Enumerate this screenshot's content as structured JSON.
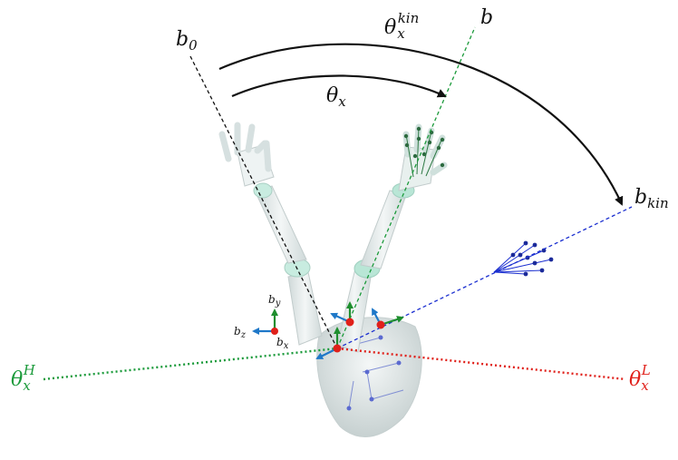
{
  "labels": {
    "b0": {
      "base": "b",
      "sub": "0"
    },
    "b": {
      "base": "b"
    },
    "bkin": {
      "base": "b",
      "sub": "kin"
    },
    "theta_x": {
      "base": "θ",
      "sub": "x"
    },
    "theta_x_kin": {
      "base": "θ",
      "sub": "x",
      "sup": "kin"
    },
    "theta_x_H": {
      "base": "θ",
      "sub": "x",
      "sup": "H"
    },
    "theta_x_L": {
      "base": "θ",
      "sub": "x",
      "sup": "L"
    },
    "frame": {
      "by": "b",
      "by_sub": "y",
      "bz": "b",
      "bz_sub": "z",
      "bx": "b",
      "bx_sub": "x"
    }
  },
  "colors": {
    "ink": "#111111",
    "green": "#1a9a3a",
    "red": "#e0201a",
    "blue": "#1b2fd0",
    "frame_blue": "#1f78c8",
    "frame_green": "#1e8e2e",
    "body": "#e6ecec",
    "body_shadow": "#c9d3d3",
    "joint": "#b9e6d6"
  }
}
